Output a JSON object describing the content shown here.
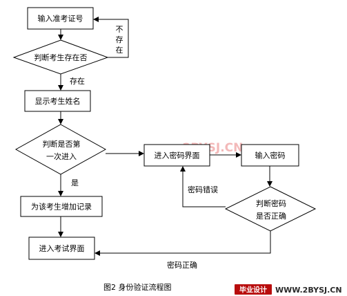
{
  "nodes": {
    "input_id": "输入准考证号",
    "check_exists": "判断考生存在否",
    "show_name": "显示考生姓名",
    "check_first_line1": "判断是否第",
    "check_first_line2": "一次进入",
    "enter_password_page": "进入密码界面",
    "input_password": "输入密码",
    "check_password_line1": "判断密码",
    "check_password_line2": "是否正确",
    "add_record": "为该考生增加记录",
    "enter_exam": "进入考试界面"
  },
  "edges": {
    "not_exist_1": "不",
    "not_exist_2": "存",
    "not_exist_3": "在",
    "exists": "存在",
    "is": "是",
    "password_wrong": "密码错误",
    "password_correct": "密码正确"
  },
  "caption": "图2 身份验证流程图",
  "watermark": "www.2BYSJ.CN",
  "logo": {
    "brand": "毕业设计",
    "url": "WWW.2BYSJ.CN"
  }
}
